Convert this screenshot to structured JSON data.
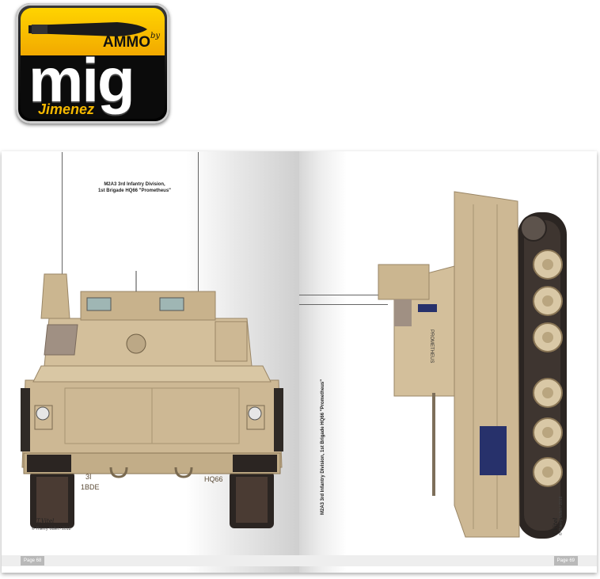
{
  "logo": {
    "ammo": "AMMO",
    "by": "by",
    "mig": "mig",
    "jimenez": "Jimenez",
    "colors": {
      "yellow": "#f5b800",
      "black": "#0b0b0b",
      "white": "#ffffff"
    }
  },
  "left_page": {
    "caption_line1": "M2A3 3rd Infantry Division,",
    "caption_line2": "1st Brigade HQ66  \"Prometheus\"",
    "markings": {
      "bumper_left": "3I",
      "bumper_left2": "1BDE",
      "bumper_right": "HQ66"
    },
    "signature": "T.Vitel",
    "copyright": "© Thierry Vallet / 2018",
    "page_label": "Page 68"
  },
  "right_page": {
    "caption": "M2A3 3rd Infantry Division, 1st Brigade HQ66  \"Prometheus\"",
    "side_marking": "PROMETHEUS",
    "signature": "T.Vitel",
    "copyright": "© Thierry Vallet / 2018",
    "page_label": "Page 69"
  },
  "colors": {
    "sand": "#cdb894",
    "sand_dark": "#a89472",
    "sand_light": "#e2d3b6",
    "track": "#2b2522",
    "blue_panel": "#27316b"
  }
}
